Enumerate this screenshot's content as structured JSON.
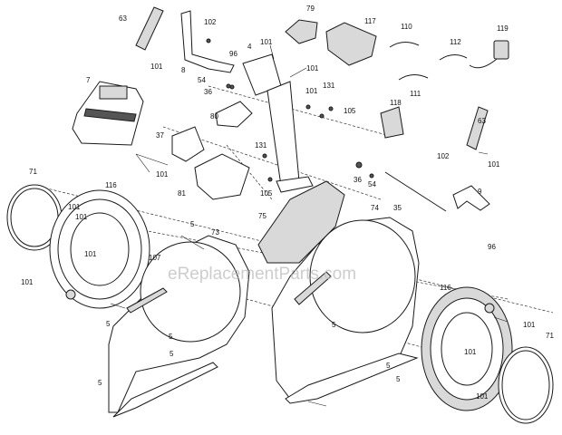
{
  "watermark": "eReplacementParts.com",
  "labels": {
    "l63a": "63",
    "l102a": "102",
    "l101a": "101",
    "l8": "8",
    "l96a": "96",
    "l4": "4",
    "l101b": "101",
    "l79": "79",
    "l117": "117",
    "l110": "110",
    "l112": "112",
    "l119": "119",
    "l101c": "101",
    "l7": "7",
    "l54a": "54",
    "l36a": "36",
    "l111": "111",
    "l101d": "101",
    "l131a": "131",
    "l105a": "105",
    "l118": "118",
    "l80": "80",
    "l37": "37",
    "l63b": "63",
    "l131b": "131",
    "l101e": "101",
    "l102b": "102",
    "l101f": "101",
    "l81": "81",
    "l105b": "105",
    "l36b": "36",
    "l54b": "54",
    "l9": "9",
    "l71a": "71",
    "l116a": "116",
    "l101g": "101",
    "l75": "75",
    "l35": "35",
    "l101h": "101",
    "l5a": "5",
    "l73": "73",
    "l74": "74",
    "l96b": "96",
    "l101i": "101",
    "l107": "107",
    "l101j": "101",
    "l5b": "5",
    "l116b": "116",
    "l5c": "5",
    "l5d": "5",
    "l101k": "101",
    "l71b": "71",
    "l5e": "5",
    "l101l": "101",
    "l5f": "5",
    "l5g": "5",
    "l101m": "101",
    "l5h": "5"
  }
}
